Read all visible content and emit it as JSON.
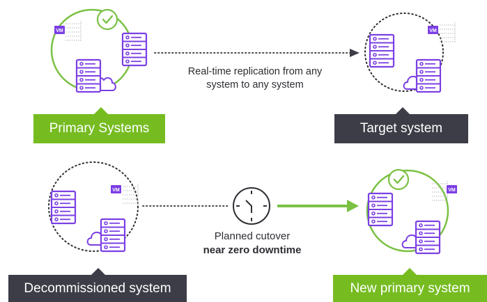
{
  "labels": {
    "primary": "Primary Systems",
    "target": "Target system",
    "decommissioned": "Decommissioned system",
    "new_primary": "New primary system"
  },
  "captions": {
    "replication_line1": "Real-time replication from any",
    "replication_line2": "system to any system",
    "cutover_line1": "Planned cutover",
    "cutover_line2": "near zero downtime"
  },
  "badges": {
    "vm": "VM"
  },
  "icons": [
    "check-circle-icon",
    "server-icon",
    "cloud-icon",
    "vm-badge-icon",
    "clock-icon",
    "arrow-right-icon"
  ],
  "colors": {
    "green": "#7ac143",
    "green_label": "#76bc21",
    "purple": "#7b3fe4",
    "dark": "#3d3d47",
    "dotted": "#2d2d33"
  }
}
